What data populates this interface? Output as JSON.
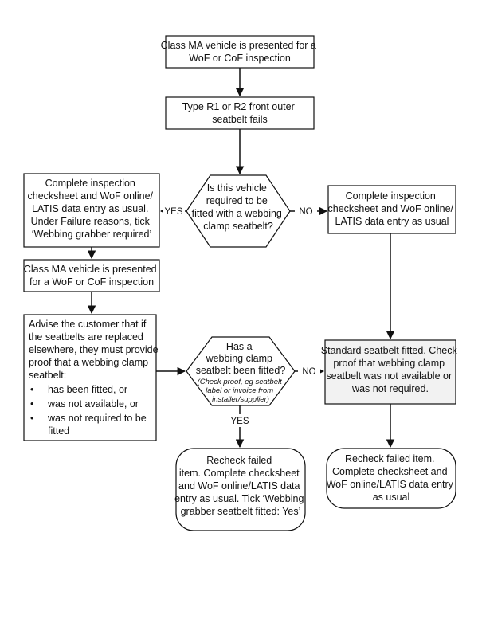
{
  "flowchart": {
    "start": [
      "Class MA vehicle is presented for a",
      "WoF or CoF inspection"
    ],
    "seatbelt_fails": [
      "Type R1 or R2 front outer",
      "seatbelt fails"
    ],
    "decision_required": [
      "Is this vehicle",
      "required to be",
      "fitted with a webbing",
      "clamp seatbelt?"
    ],
    "yes_branch": [
      "Complete inspection",
      "checksheet and WoF online/",
      "LATIS data entry as usual.",
      "Under Failure reasons, tick",
      "‘Webbing grabber required’"
    ],
    "no_branch": [
      "Complete inspection",
      "checksheet and WoF online/",
      "LATIS data entry as usual"
    ],
    "represented": [
      "Class MA vehicle is presented",
      "for a WoF or CoF inspection"
    ],
    "advise": {
      "lines": [
        "Advise the customer that if",
        "the seatbelts are replaced",
        "elsewhere, they must provide",
        "proof that a webbing clamp",
        "seatbelt:"
      ],
      "bullets": [
        [
          "has been fitted, or"
        ],
        [
          "was not available, or"
        ],
        [
          "was not required to be",
          "fitted"
        ]
      ],
      "bullet_symbol": "•"
    },
    "decision_fitted": {
      "lines": [
        "Has a",
        "webbing clamp",
        "seatbelt been fitted?"
      ],
      "note": [
        "(Check proof, eg seatbelt",
        "label or invoice from",
        "installer/supplier)"
      ]
    },
    "standard": [
      "Standard seatbelt fitted. Check",
      "proof that webbing clamp",
      "seatbelt was not available or",
      "was not required."
    ],
    "recheck_yes": [
      "Recheck failed",
      "item. Complete checksheet",
      "and WoF online/LATIS data",
      "entry as usual. Tick ‘Webbing",
      "grabber seatbelt fitted: Yes’"
    ],
    "recheck_no": [
      "Recheck failed item.",
      "Complete checksheet and",
      "WoF online/LATIS data entry",
      "as usual"
    ],
    "labels": {
      "yes": "YES",
      "no": "NO"
    }
  },
  "colors": {
    "line": "#111111",
    "fill": "#ffffff",
    "shaded": "#f2f2f2"
  }
}
